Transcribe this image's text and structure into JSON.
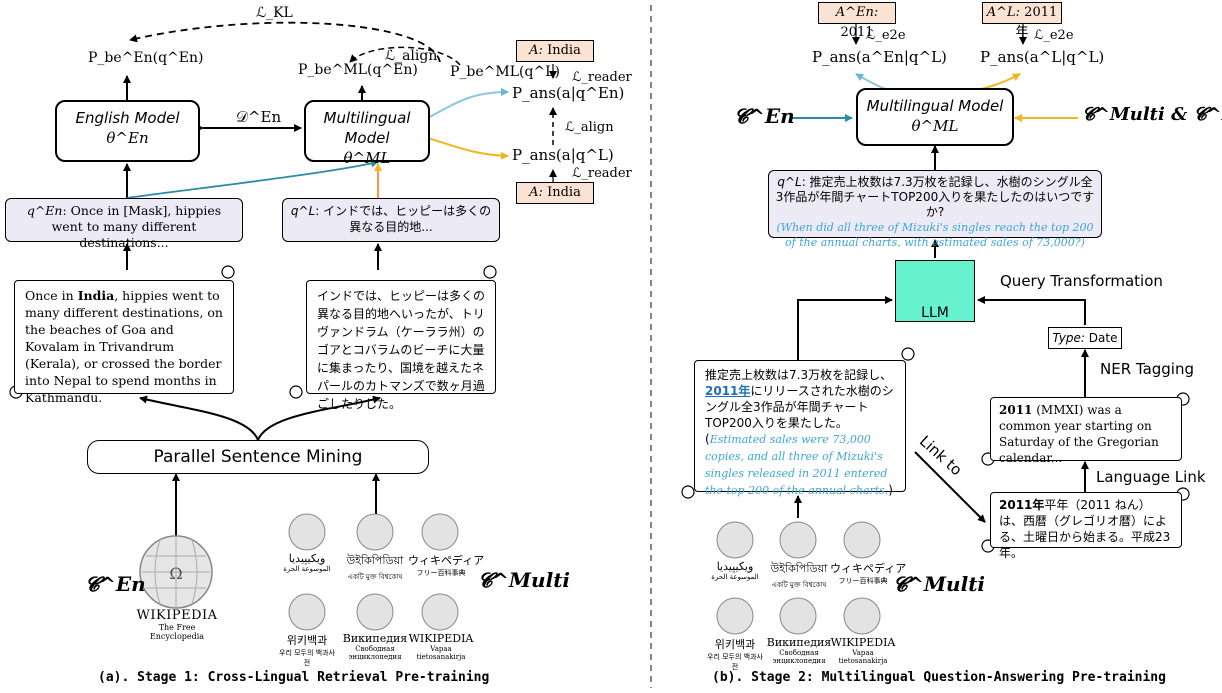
{
  "stage1": {
    "caption": "(a). Stage 1: Cross-Lingual Retrieval Pre-training",
    "loss_kl": "ℒ_KL",
    "p_be_en": "P_be^En(q^En)",
    "p_be_ml": "P_be^ML(q^En)",
    "p_be_ml_l": "P_be^ML(q^L)",
    "loss_align_top": "ℒ_align",
    "loss_align_right": "ℒ_align",
    "loss_reader_top": "ℒ_reader",
    "loss_reader_bottom": "ℒ_reader",
    "p_ans_en": "P_ans(a|q^En)",
    "p_ans_l": "P_ans(a|q^L)",
    "answer_top": {
      "prefix": "A:",
      "value": "India"
    },
    "answer_bottom": {
      "prefix": "A:",
      "value": "India"
    },
    "english_model": {
      "name": "English Model",
      "param": "θ^En"
    },
    "multilingual_model": {
      "name": "Multilingual Model",
      "param": "θ^ML"
    },
    "d_en": "𝒟^En",
    "query_en": {
      "tag": "q^En",
      "text": ": Once in [Mask], hippies went to many different destinations..."
    },
    "query_l": {
      "tag": "q^L",
      "text": ": インドでは、ヒッピーは多くの異なる目的地..."
    },
    "doc_en": {
      "bold": "India",
      "pre": "Once in ",
      "post": ", hippies went to many different destinations, on the beaches of Goa and Kovalam in Trivandrum (Kerala), or crossed the border into Nepal to spend months in Kathmandu."
    },
    "doc_jp": "インドでは、ヒッピーは多くの異なる目的地へいったが、トリヴァンドラム（ケーララ州）のゴアとコバラムのビーチに大量に集まったり、国境を越えたネパールのカトマンズで数ヶ月過ごしたりした。",
    "mining": "Parallel Sentence Mining",
    "c_en": "𝓒^En",
    "c_multi": "𝓒^Multi",
    "wiki_logo": {
      "title": "WIKIPEDIA",
      "subtitle": "The Free Encyclopedia"
    },
    "wikis": [
      {
        "name": "ویکیپیدیا",
        "sub": "الموسوعة الحرة"
      },
      {
        "name": "উইকিপিডিয়া",
        "sub": "একটি মুক্ত বিশ্বকোষ"
      },
      {
        "name": "ウィキペディア",
        "sub": "フリー百科事典"
      },
      {
        "name": "위키백과",
        "sub": "우리 모두의 백과사전"
      },
      {
        "name": "Википедия",
        "sub": "Свободная энциклопедия"
      },
      {
        "name": "WIKIPEDIA",
        "sub": "Vapaa tietosanakirja"
      }
    ]
  },
  "stage2": {
    "caption": "(b). Stage 2: Multilingual Question-Answering Pre-training",
    "answer_en": {
      "prefix": "A^En:",
      "value": "2011"
    },
    "answer_l": {
      "prefix": "A^L:",
      "value": "2011年"
    },
    "loss_e2e_left": "ℒ_e2e",
    "loss_e2e_right": "ℒ_e2e",
    "p_ans_en": "P_ans(a^En|q^L)",
    "p_ans_l": "P_ans(a^L|q^L)",
    "model": {
      "name": "Multilingual Model",
      "param": "θ^ML"
    },
    "c_en_left": "𝓒^En",
    "c_right": "𝓒^Multi & 𝓒^En",
    "query": {
      "tag": "q^L",
      "text": ": 推定売上枚数は7.3万枚を記録し、水樹のシングル全3作品が年間チャートTOP200入りを果たしたのはいつですか?",
      "translation": "(When did all three of Mizuki's singles reach the top 200 of the annual charts, with estimated sales of 73,000?)"
    },
    "llm": "LLM",
    "query_transformation": "Query Transformation",
    "type": {
      "prefix": "Type:",
      "value": "Date"
    },
    "ner": "NER Tagging",
    "language_link": "Language Link",
    "link_to": "Link to",
    "doc_main": {
      "pre": "推定売上枚数は7.3万枚を記録し、",
      "link": "2011年",
      "post": "にリリースされた水樹のシングル全3作品が年間チャートTOP200入りを果たした。(",
      "translation": "Estimated sales were 73,000 copies, and all three of Mizuki's singles released in 2011 entered the top 200 of the annual charts.",
      "close": ")"
    },
    "doc_en": {
      "bold": "2011",
      "text": " (MMXI) was a common year starting on Saturday of the Gregorian calendar..."
    },
    "doc_jp": {
      "bold": "2011年",
      "text": "平年（2011 ねん）は、西暦（グレゴリオ暦）による、土曜日から始まる。平成23年。"
    },
    "c_multi": "𝓒^Multi"
  }
}
